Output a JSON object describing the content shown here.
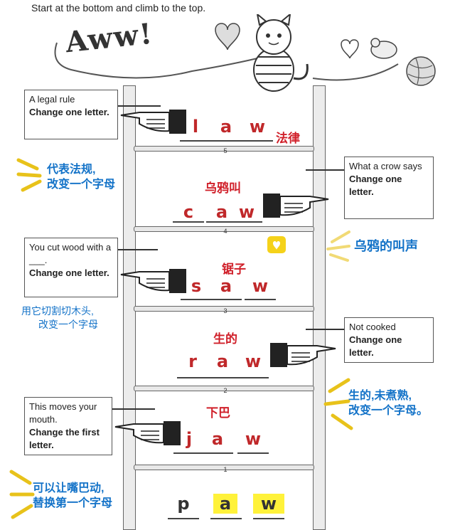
{
  "instruction": "Start at the bottom and climb to the top.",
  "title_art": "Aww!",
  "clues": [
    {
      "id": "law",
      "text": "A legal rule",
      "instr": "Change one letter."
    },
    {
      "id": "caw",
      "text": "What a crow says",
      "instr": "Change one letter."
    },
    {
      "id": "saw",
      "text": "You cut wood with a ___.",
      "instr": "Change one letter."
    },
    {
      "id": "raw",
      "text": "Not cooked",
      "instr": "Change one letter."
    },
    {
      "id": "jaw",
      "text": "This moves your mouth.",
      "instr": "Change the first letter."
    }
  ],
  "words": {
    "law": [
      "l",
      "a",
      "w"
    ],
    "caw": [
      "c",
      "a",
      "w"
    ],
    "saw": [
      "s",
      "a",
      "w"
    ],
    "raw": [
      "r",
      "a",
      "w"
    ],
    "jaw": [
      "j",
      "a",
      "w"
    ],
    "paw": [
      "p",
      "a",
      "w"
    ]
  },
  "zh_words": {
    "law": "法律",
    "caw": "乌鸦叫",
    "saw": "锯子",
    "raw": "生的",
    "jaw": "下巴"
  },
  "zh_notes": {
    "law": [
      "代表法规,",
      "改变一个字母"
    ],
    "caw": "乌鸦的叫声",
    "saw": [
      "用它切割切木头,",
      "改变一个字母"
    ],
    "raw": [
      "生的,未煮熟,",
      "改变一个字母。"
    ],
    "jaw": [
      "可以让嘴巴动,",
      "替换第一个字母"
    ]
  },
  "rung_numbers": [
    "5",
    "4",
    "3",
    "2",
    "1"
  ],
  "colors": {
    "red": "#c0282a",
    "blue": "#1473c8",
    "highlight": "#fff23a"
  },
  "icons": [
    "cat-illustration",
    "heart-icon",
    "mouse-icon",
    "yarn-ball-icon",
    "pointing-hand-icon",
    "heart-badge-icon",
    "sparkle-icon"
  ]
}
